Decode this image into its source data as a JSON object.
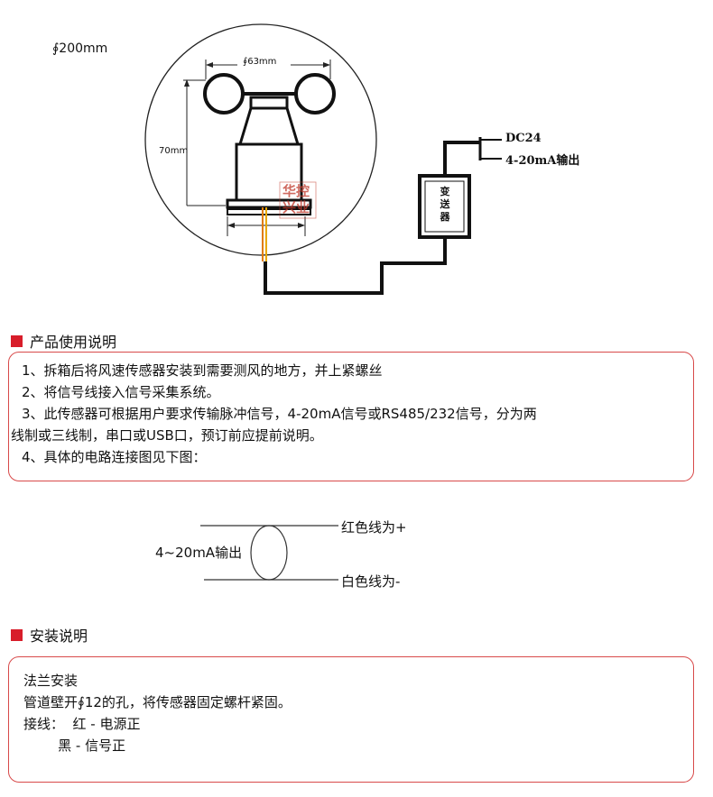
{
  "diagram": {
    "outer_diameter_label": "∮200mm",
    "cup_span_label": "∮63mm",
    "height_label": "70mm",
    "watermark": [
      "华控",
      "兴业"
    ],
    "transmitter_label": [
      "变",
      "送",
      "器"
    ],
    "power_label": "DC24",
    "output_label": "4-20mA输出"
  },
  "section1": {
    "title": "产品使用说明",
    "lines": [
      "1、拆箱后将风速传感器安装到需要测风的地方，并上紧螺丝",
      "2、将信号线接入信号采集系统。",
      "3、此传感器可根据用户要求传输脉冲信号，4-20mA信号或RS485/232信号，分为两",
      "线制或三线制，串口或USB口，预订前应提前说明。",
      "4、具体的电路连接图见下图："
    ]
  },
  "wiring": {
    "left_label": "4~20mA输出",
    "top_label": "红色线为+",
    "bottom_label": "白色线为-"
  },
  "section2": {
    "title": "安装说明",
    "lines": [
      "法兰安装",
      "管道壁开∮12的孔，将传感器固定螺杆紧固。",
      "接线：  红 - 电源正",
      "        黑 - 信号正"
    ]
  },
  "colors": {
    "accent_red": "#d81d2a",
    "box_border": "#d84a4a",
    "watermark": "#c0392b"
  }
}
